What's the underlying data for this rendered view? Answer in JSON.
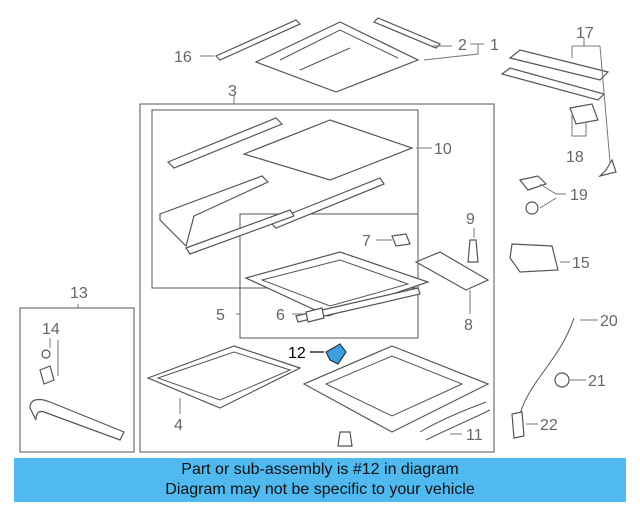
{
  "callouts": {
    "c1": "1",
    "c2": "2",
    "c3": "3",
    "c4": "4",
    "c5": "5",
    "c6": "6",
    "c7": "7",
    "c8": "8",
    "c9": "9",
    "c10": "10",
    "c11": "11",
    "c12": "12",
    "c13": "13",
    "c14": "14",
    "c15": "15",
    "c16": "16",
    "c17": "17",
    "c18": "18",
    "c19": "19",
    "c20": "20",
    "c21": "21",
    "c22": "22"
  },
  "highlight": {
    "part": "12",
    "color": "#3aa0e0"
  },
  "banner": {
    "line1": "Part or sub-assembly is #12 in diagram",
    "line2": "Diagram may not be specific to your vehicle",
    "color": "#4fb9f0"
  }
}
